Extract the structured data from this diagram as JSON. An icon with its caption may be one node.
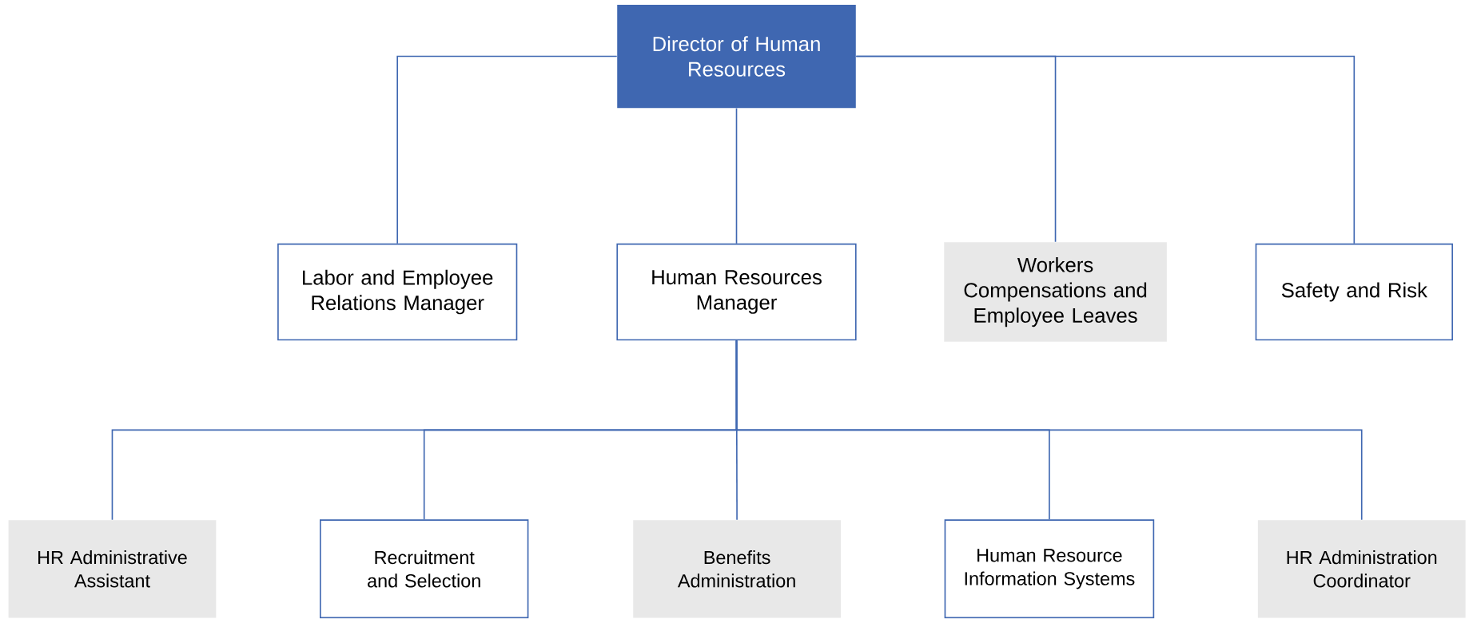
{
  "diagram": {
    "nodes": [
      {
        "text": [
          "Director of Human Resources"
        ]
      },
      {
        "text": [
          "Labor and Employee Relations Manager"
        ]
      },
      {
        "text": [
          "Human Resources Manager"
        ]
      },
      {
        "text": [
          "Workers Compensations and Employee Leaves"
        ]
      },
      {
        "text": [
          "Safety and  Risk"
        ]
      },
      {
        "text": [
          "HR Administrative Assistant"
        ]
      },
      {
        "text": [
          "Recruitment and Selection"
        ]
      },
      {
        "text": [
          "Benefits Administration"
        ]
      },
      {
        "text": [
          "Human Resource Information Systems"
        ]
      },
      {
        "text": [
          "HR Administration Coordinator"
        ]
      }
    ],
    "edges": [
      {
        "from": 0,
        "to": 1,
        "arrow": "none"
      },
      {
        "from": 0,
        "to": 2,
        "arrow": "none"
      },
      {
        "from": 0,
        "to": 3,
        "arrow": "none"
      },
      {
        "from": 0,
        "to": 4,
        "arrow": "none"
      },
      {
        "from": 2,
        "to": 5,
        "arrow": "none"
      },
      {
        "from": 2,
        "to": 6,
        "arrow": "none"
      },
      {
        "from": 2,
        "to": 7,
        "arrow": "none"
      },
      {
        "from": 2,
        "to": 8,
        "arrow": "none"
      },
      {
        "from": 2,
        "to": 9,
        "arrow": "none"
      }
    ]
  }
}
